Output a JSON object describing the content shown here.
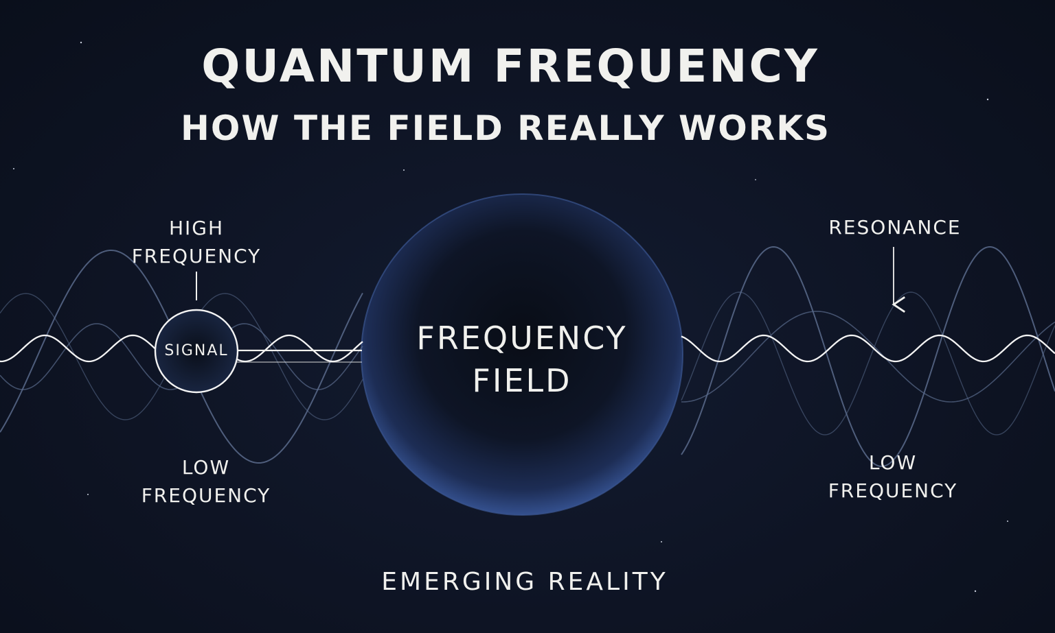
{
  "title": "QUANTUM FREQUENCY",
  "subtitle": "HOW THE FIELD REALLY WORKS",
  "labels": {
    "high_frequency": "HIGH\nFREQUENCY",
    "signal": "SIGNAL",
    "low_frequency_left": "LOW\nFREQUENCY",
    "frequency_field": "FREQUENCY\nFIELD",
    "resonance": "RESONANCE",
    "low_frequency_right": "LOW\nFREQUENCY",
    "emerging_reality": "EMERGING REALITY"
  },
  "colors": {
    "background": "#0d1322",
    "text": "#f1f1ee",
    "primary_wave": "#f4f4f4",
    "secondary_wave": "#5a6b8c",
    "sphere_rim": "#3d5a96",
    "sphere_core": "#0a0e18"
  }
}
